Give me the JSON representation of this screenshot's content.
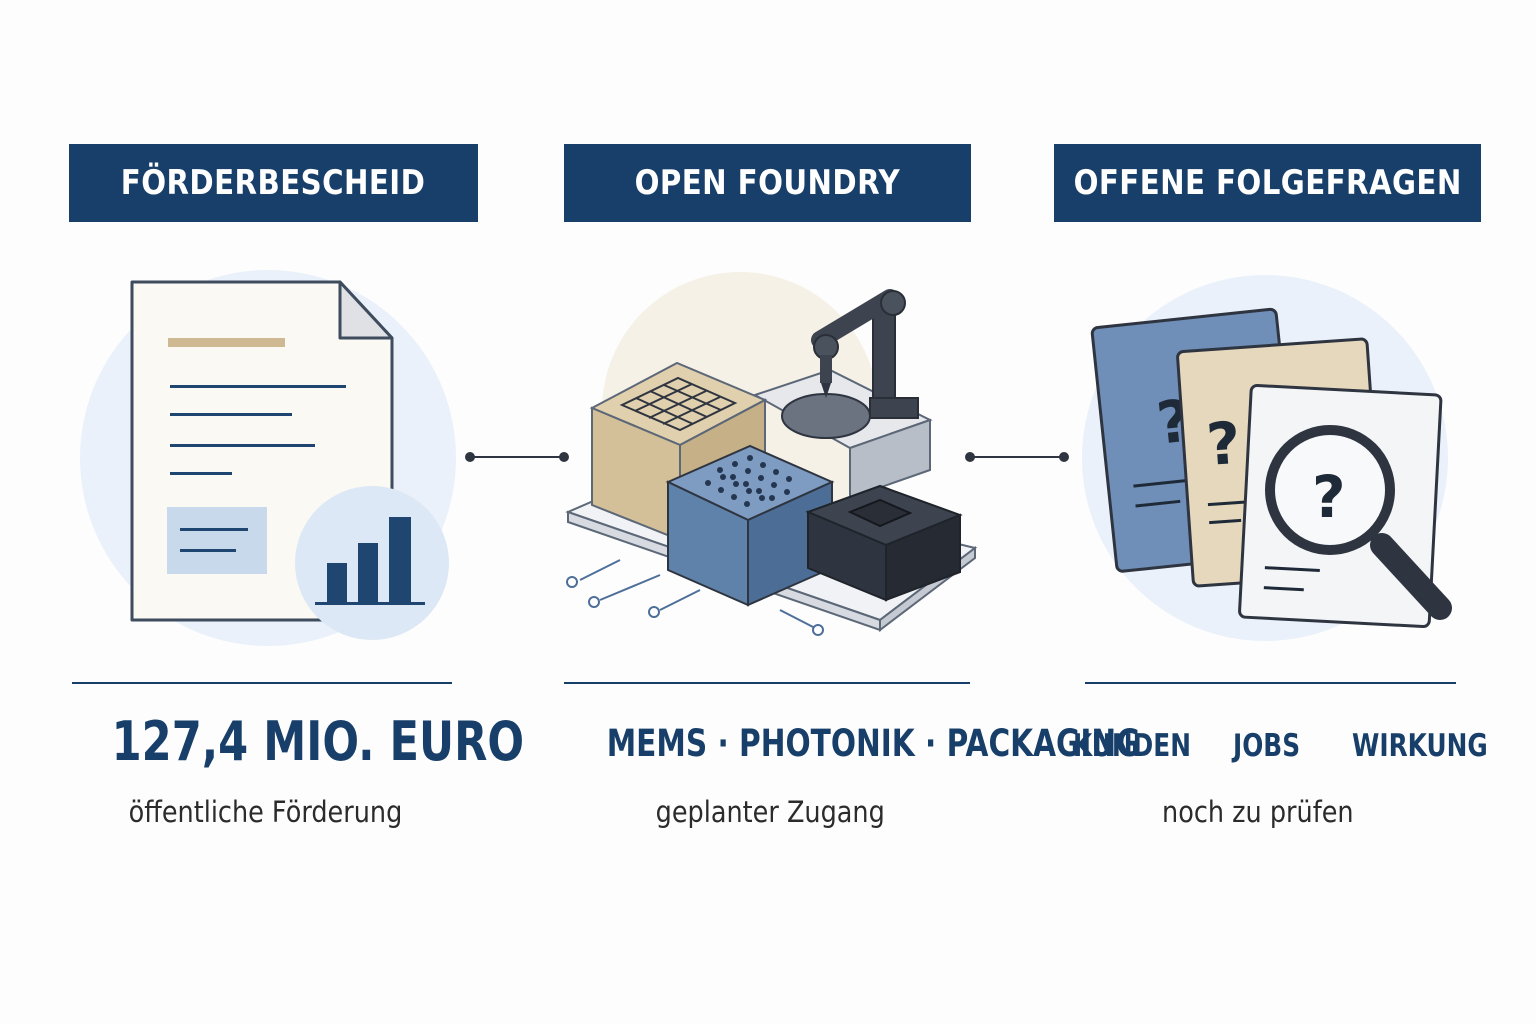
{
  "columns": [
    {
      "title": "FÖRDERBESCHEID",
      "value": "127,4 MIO. EURO",
      "caption": "öffentliche Förderung"
    },
    {
      "title": "OPEN FOUNDRY",
      "value": "MEMS · PHOTONIK · PACKAGING",
      "caption": "geplanter Zugang"
    },
    {
      "title": "OFFENE FOLGEFRAGEN",
      "tags": [
        "KUNDEN",
        "JOBS",
        "WIRKUNG"
      ],
      "caption": "noch zu prüfen"
    }
  ],
  "icons": {
    "col1": "funding-document-icon",
    "col1_badge": "bar-chart-icon",
    "col2": "foundry-machines-icon",
    "col3": "question-cards-icon",
    "col3_badge": "magnifier-icon"
  },
  "colors": {
    "navy": "#173f69",
    "steel_blue": "#5f82aa",
    "sand": "#d8c7a6",
    "light_blue": "#e8f0fa",
    "charcoal": "#2f3540"
  }
}
